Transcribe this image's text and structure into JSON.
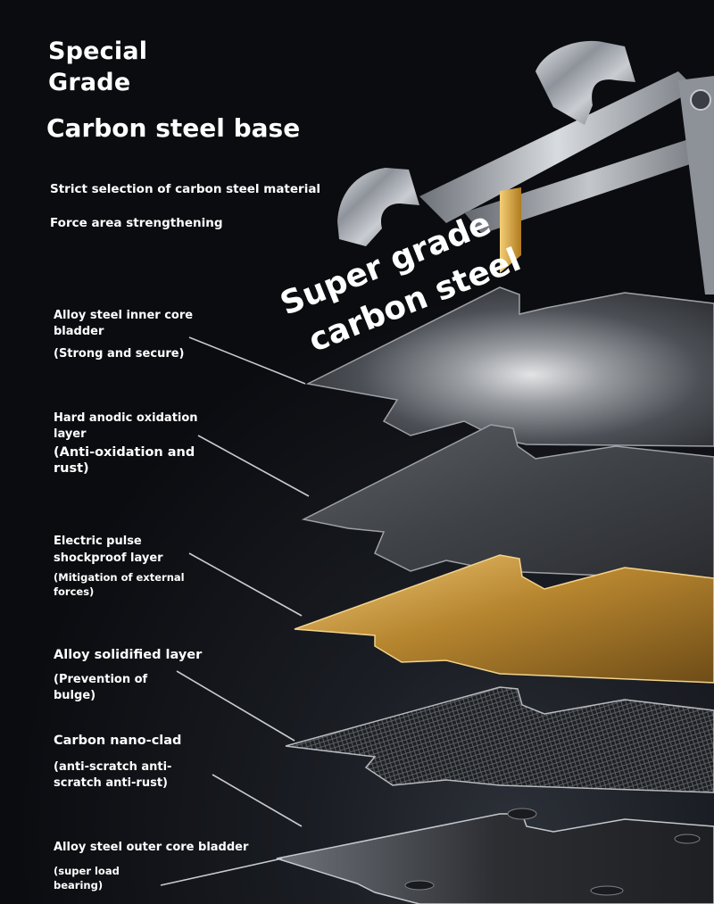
{
  "heading": {
    "line1": "Special",
    "line2": "Grade",
    "main": "Carbon steel base"
  },
  "features": [
    "Strict selection of carbon steel material",
    "Force area strengthening"
  ],
  "badge": {
    "line1": "Super grade",
    "line2": "carbon steel"
  },
  "layers": [
    {
      "name_line1": "Alloy steel inner core",
      "name_line2": "bladder",
      "note_line1": "(Strong and secure)",
      "note_line2": ""
    },
    {
      "name_line1": "Hard anodic oxidation",
      "name_line2": "layer",
      "note_line1": "(Anti-oxidation and",
      "note_line2": "rust)"
    },
    {
      "name_line1": "Electric pulse",
      "name_line2": "shockproof layer",
      "note_line1": "(Mitigation of external",
      "note_line2": "forces)"
    },
    {
      "name_line1": "Alloy solidified layer",
      "name_line2": "",
      "note_line1": "(Prevention of",
      "note_line2": "bulge)"
    },
    {
      "name_line1": "Carbon nano-clad",
      "name_line2": "",
      "note_line1": "(anti-scratch anti-",
      "note_line2": "scratch anti-rust)"
    },
    {
      "name_line1": "Alloy steel outer core bladder",
      "name_line2": "",
      "note_line1": "(super load",
      "note_line2": "bearing)"
    }
  ],
  "colors": {
    "background": "#0d0f14",
    "text": "#ffffff",
    "steel": "#9a9ea6",
    "gold": "#d3a84a",
    "dark_plate": "#34373d",
    "leader_line": "#c8cbd0"
  }
}
